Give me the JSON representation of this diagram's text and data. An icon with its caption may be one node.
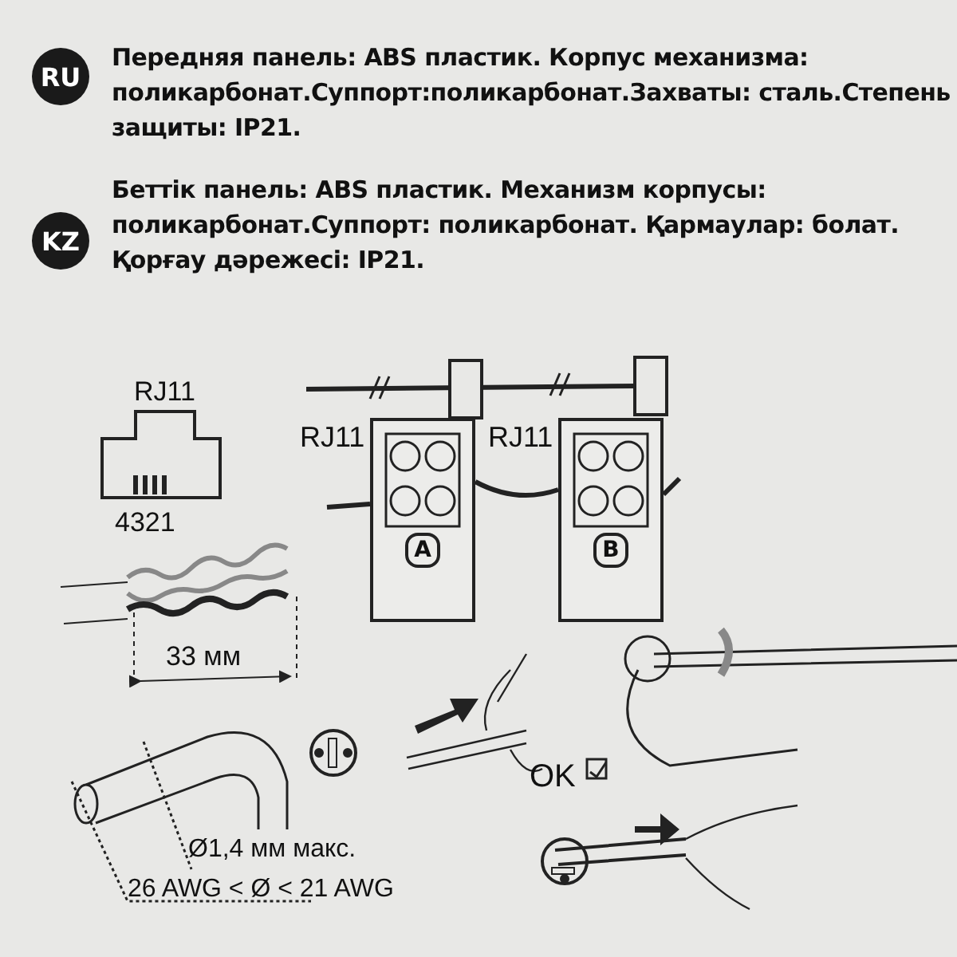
{
  "diagram": {
    "nodes": [
      {
        "text": [
          "A"
        ],
        "beside": [
          "RJ11"
        ]
      },
      {
        "text": [
          "B"
        ],
        "beside": [
          "RJ11"
        ]
      }
    ],
    "edges": [
      {
        "from": 0,
        "to": 1,
        "arrow": "none"
      }
    ],
    "labels": [
      "RU",
      "Передняя панель: ABS пластик. Корпус механизма: поликарбонат.Суппорт:поликарбонат.Захваты: сталь.Степень защиты: IP21.",
      "KZ",
      "Беттік панель: ABS пластик. Механизм корпусы: поликарбонат.Суппорт: поликарбонат. Қармаулар: болат. Қорғау дәрежесі: IP21.",
      "RJ11",
      "4321",
      "33 мм",
      "Ø1,4 мм макс.",
      "26 AWG < Ø < 21 AWG",
      "OK"
    ]
  }
}
